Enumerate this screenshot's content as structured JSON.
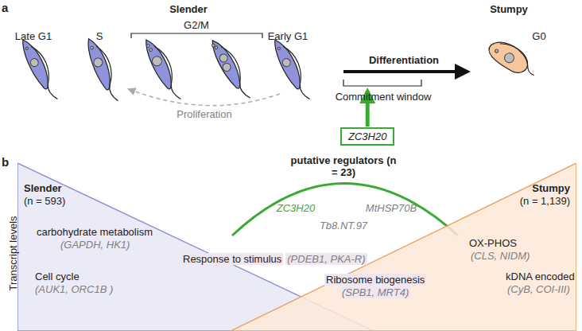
{
  "diagram": {
    "nodes": [
      {
        "text": [
          "ZC3H20"
        ]
      },
      {
        "text": [
          "Slender",
          "(n = 593)"
        ]
      },
      {
        "text": [
          "Stumpy",
          "(n = 1,139)"
        ]
      }
    ],
    "labels": [
      "a",
      "Slender",
      "Late G1",
      "S",
      "G2/M",
      "Early G1",
      "Differentiation",
      "Commitment window",
      "Stumpy",
      "G0",
      "Proliferation",
      "b",
      "Transcript levels",
      "putative regulators (n = 23)",
      "ZC3H20",
      "MtHSP70B",
      "Tb8.NT.97",
      "carbohydrate metabolism",
      "(GAPDH, HK1)",
      "Response to stimulus",
      "(PDEB1, PKA-R)",
      "Cell cycle",
      "(AUK1, ORC1B )",
      "OX-PHOS",
      "(CLS, NIDM)",
      "Ribosome biogenesis",
      "(SPB1, MRT4)",
      "kDNA encoded",
      "(CyB, COI-III)"
    ]
  }
}
